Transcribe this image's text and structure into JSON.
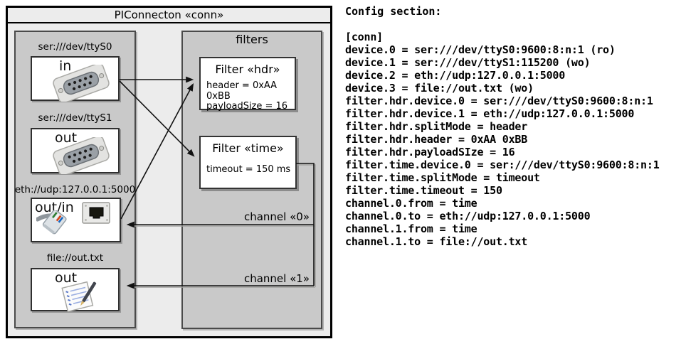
{
  "diagram": {
    "title": "PIConnecton «conn»",
    "devices_panel": {
      "devices": [
        {
          "label": "ser:///dev/ttyS0",
          "port": "in",
          "icon": "serial-connector-icon"
        },
        {
          "label": "ser:///dev/ttyS1",
          "port": "out",
          "icon": "serial-connector-icon"
        },
        {
          "label": "eth://udp:127.0.0.1:5000",
          "port": "out/in",
          "icon": "ethernet-jack-and-plug-icon"
        },
        {
          "label": "file://out.txt",
          "port": "out",
          "icon": "file-note-icon"
        }
      ]
    },
    "filters_panel": {
      "title": "filters",
      "filters": [
        {
          "title": "Filter «hdr»",
          "properties": [
            "header = 0xAA 0xBB",
            "payloadSize = 16"
          ]
        },
        {
          "title": "Filter «time»",
          "properties": [
            "timeout = 150 ms"
          ]
        }
      ]
    },
    "channels": [
      {
        "label": "channel «0»"
      },
      {
        "label": "channel «1»"
      }
    ]
  },
  "config": {
    "heading": "Config section:",
    "lines": [
      "[conn]",
      "device.0 = ser:///dev/ttyS0:9600:8:n:1 (ro)",
      "device.1 = ser:///dev/ttyS1:115200 (wo)",
      "device.2 = eth://udp:127.0.0.1:5000",
      "device.3 = file://out.txt (wo)",
      "filter.hdr.device.0 = ser:///dev/ttyS0:9600:8:n:1",
      "filter.hdr.device.1 = eth://udp:127.0.0.1:5000",
      "filter.hdr.splitMode = header",
      "filter.hdr.header = 0xAA 0xBB",
      "filter.hdr.payloadSIze = 16",
      "filter.time.device.0 = ser:///dev/ttyS0:9600:8:n:1",
      "filter.time.splitMode = timeout",
      "filter.time.timeout = 150",
      "channel.0.from = time",
      "channel.0.to = eth://udp:127.0.0.1:5000",
      "channel.1.from = time",
      "channel.1.to = file://out.txt"
    ]
  },
  "colors": {
    "frame_fill": "#ececec",
    "panel_fill": "#c9c9c9",
    "box_fill": "#ffffff",
    "line": "#111111",
    "border": "#000000"
  }
}
